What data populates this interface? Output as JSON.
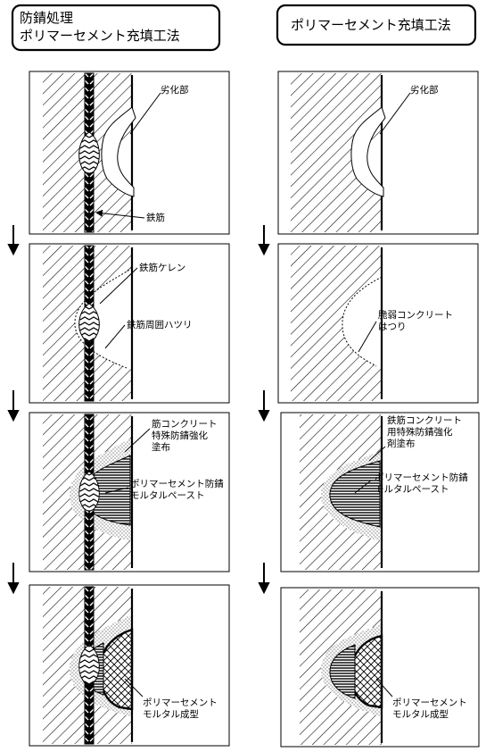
{
  "left_title": [
    "防錆処理",
    "ポリマーセメント充填工法"
  ],
  "right_title": "ポリマーセメント充填工法",
  "left_steps": [
    {
      "labels": [
        "劣化部",
        "鉄筋"
      ]
    },
    {
      "labels": [
        "鉄筋ケレン",
        "鉄筋周囲ハツリ"
      ]
    },
    {
      "labels": [
        "筋コンクリート",
        "特殊防錆強化",
        "塗布",
        "ポリマーセメント防錆",
        "モルタルペースト"
      ]
    },
    {
      "labels": [
        "ポリマーセメント",
        "モルタル成型"
      ]
    }
  ],
  "right_steps": [
    {
      "labels": [
        "劣化部"
      ]
    },
    {
      "labels": [
        "脆弱コンクリート",
        "はつり"
      ]
    },
    {
      "labels": [
        "鉄筋コンクリート",
        "用特殊防錆強化",
        "剤塗布",
        "ポリマーセメント防錆",
        "モルタルペースト"
      ]
    },
    {
      "labels": [
        "ポリマーセメント",
        "モルタル成型"
      ]
    }
  ]
}
